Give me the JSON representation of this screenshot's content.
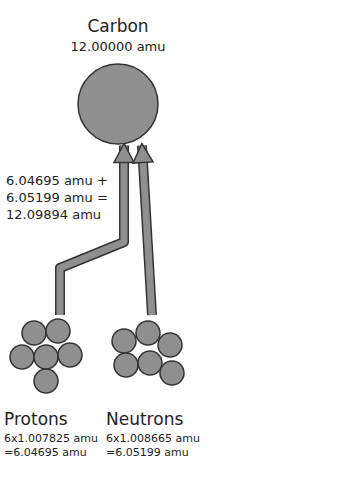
{
  "diagram": {
    "nodes": [
      {
        "text": [
          "Carbon",
          "12.00000 amu"
        ]
      },
      {
        "text": [
          "Protons",
          "6x1.007825 amu =6.04695 amu"
        ]
      },
      {
        "text": [
          "Neutrons",
          "6x1.008665 amu =6.05199 amu"
        ]
      }
    ],
    "edges": [
      {
        "from": 1,
        "to": 0,
        "arrow": "to"
      },
      {
        "from": 2,
        "to": 0,
        "arrow": "to"
      }
    ],
    "labels": [
      "6.04695 amu + 6.05199 amu = 12.09894 amu"
    ]
  }
}
